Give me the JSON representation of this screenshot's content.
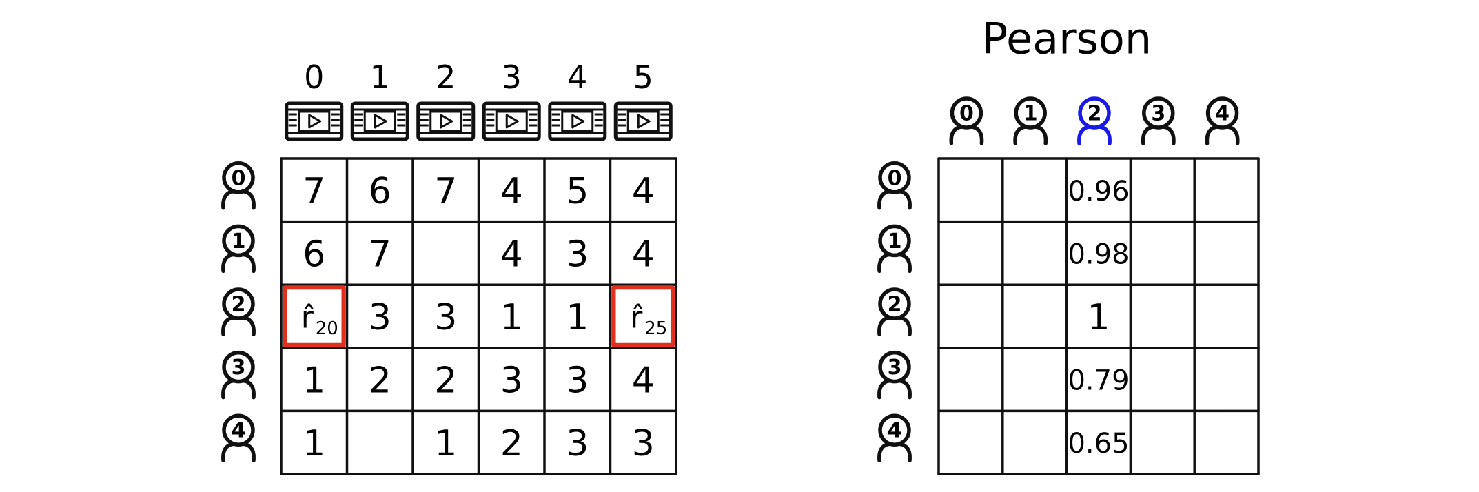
{
  "colors": {
    "ink": "#111111",
    "highlight_red": "#e0301e",
    "highlight_blue": "#1a1ae6"
  },
  "ratings": {
    "movie_labels": [
      "0",
      "1",
      "2",
      "3",
      "4",
      "5"
    ],
    "user_labels": [
      "0",
      "1",
      "2",
      "3",
      "4"
    ],
    "movie_icon": "film-strip-play-icon",
    "user_icon": "user-avatar-icon",
    "rows": [
      [
        "7",
        "6",
        "7",
        "4",
        "5",
        "4"
      ],
      [
        "6",
        "7",
        "",
        "4",
        "3",
        "4"
      ],
      [
        "",
        "3",
        "3",
        "1",
        "1",
        ""
      ],
      [
        "1",
        "2",
        "2",
        "3",
        "3",
        "4"
      ],
      [
        "1",
        "",
        "1",
        "2",
        "3",
        "3"
      ]
    ],
    "predictions": [
      {
        "row": 2,
        "col": 0,
        "symbol": "r̂",
        "subscript": "20"
      },
      {
        "row": 2,
        "col": 5,
        "symbol": "r̂",
        "subscript": "25"
      }
    ]
  },
  "pearson": {
    "title": "Pearson",
    "user_labels_top": [
      "0",
      "1",
      "2",
      "3",
      "4"
    ],
    "user_labels_left": [
      "0",
      "1",
      "2",
      "3",
      "4"
    ],
    "highlighted_user": 2,
    "highlighted_column": 2,
    "column_values": [
      "0.96",
      "0.98",
      "1",
      "0.79",
      "0.65"
    ]
  }
}
